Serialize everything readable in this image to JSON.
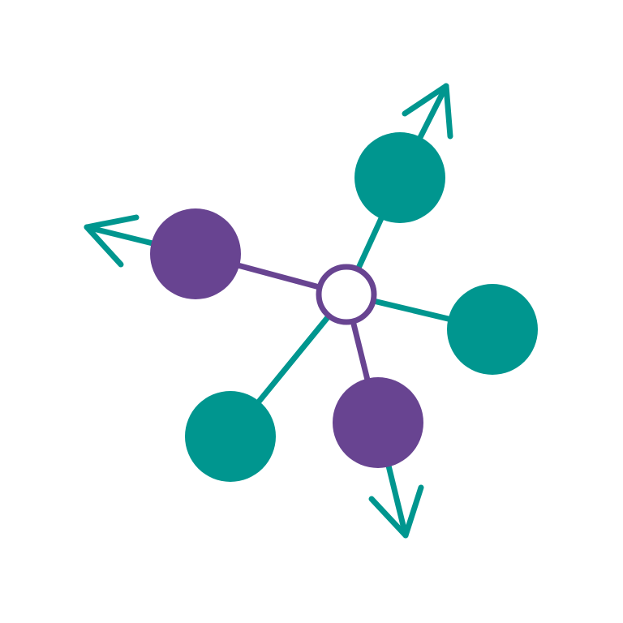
{
  "colors": {
    "teal": "#00968F",
    "purple": "#684491",
    "center_fill": "#FFFFFF",
    "background": "#FFFFFF"
  },
  "hub": {
    "name": "hub-node",
    "stroke_color": "purple",
    "fill_color": "center_fill"
  },
  "nodes": [
    {
      "name": "node-top-right-teal",
      "color": "teal",
      "edge_color": "teal",
      "has_outward_arrow": true
    },
    {
      "name": "node-right-teal",
      "color": "teal",
      "edge_color": "teal",
      "has_outward_arrow": false
    },
    {
      "name": "node-bottom-purple",
      "color": "purple",
      "edge_color": "purple",
      "has_outward_arrow": true
    },
    {
      "name": "node-bottom-left-teal",
      "color": "teal",
      "edge_color": "teal",
      "has_outward_arrow": false
    },
    {
      "name": "node-left-purple",
      "color": "purple",
      "edge_color": "purple",
      "has_outward_arrow": true
    }
  ],
  "arrow_color": "teal",
  "icon": "molecule-network-icon"
}
